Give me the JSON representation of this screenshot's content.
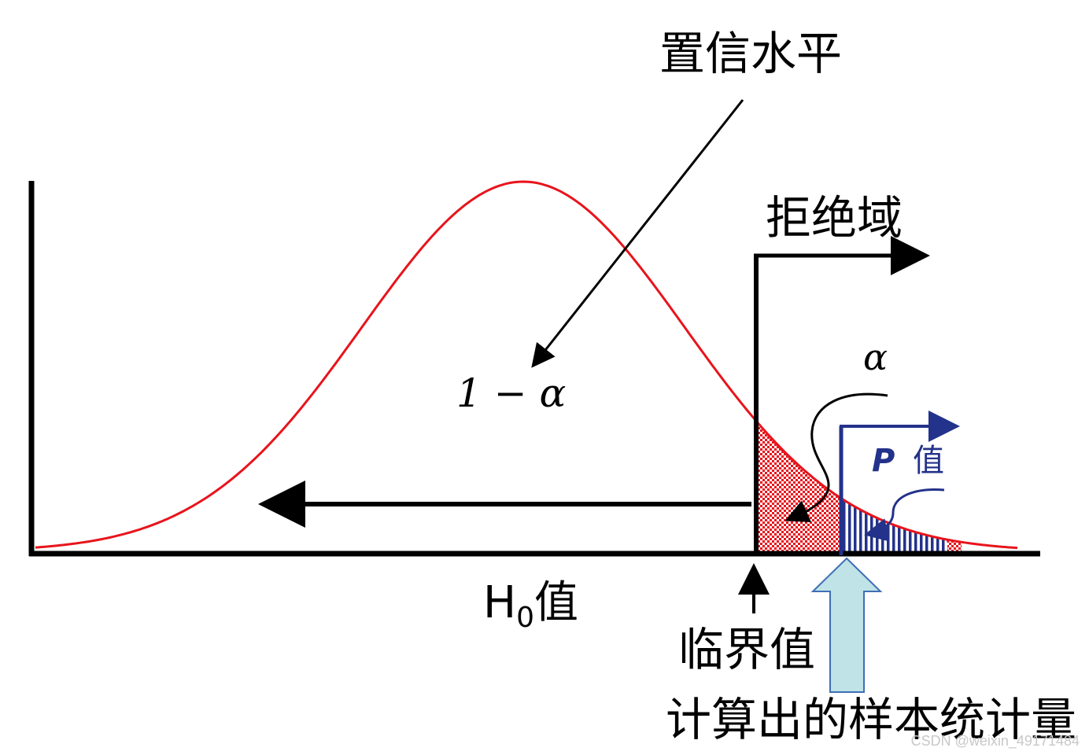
{
  "labels": {
    "confidence_level": "置信水平",
    "one_minus_alpha": "1 − α",
    "rejection_region": "拒绝域",
    "alpha": "α",
    "p_value_p": "P",
    "p_value_suffix": "值",
    "h0_h": "H",
    "h0_sub": "0",
    "h0_suffix": "值",
    "critical_value": "临界值",
    "computed_statistic": "计算出的样本统计量",
    "watermark": "CSDN @weixin_49171484"
  },
  "colors": {
    "curve": "#e8141c",
    "axes": "#000000",
    "alpha_fill": "#e8141c",
    "p_fill": "#23328a",
    "p_text": "#23328a",
    "statistic_arrow_fill": "#bfe3e6",
    "statistic_arrow_stroke": "#3f6fb6"
  }
}
